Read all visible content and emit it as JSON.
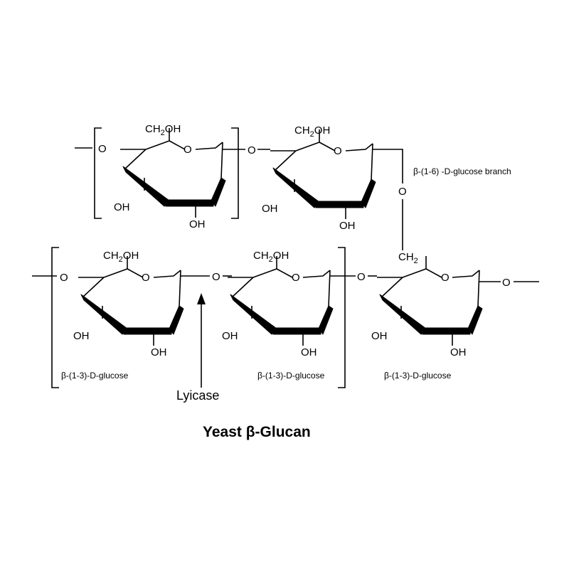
{
  "diagram": {
    "title": "Yeast β-Glucan",
    "groups": {
      "ch2oh": "CH",
      "ch2oh_sub": "2",
      "ch2oh_tail": "OH",
      "oh": "OH",
      "o": "O",
      "ch2": "CH",
      "ch2_sub": "2"
    },
    "labels": {
      "branch": "β-(1-6) -D-glucose branch",
      "glucose_1_3_a": "β-(1-3)-D-glucose",
      "glucose_1_3_b": "β-(1-3)-D-glucose",
      "glucose_1_3_c": "β-(1-3)-D-glucose",
      "enzyme": "Lyicase"
    }
  }
}
